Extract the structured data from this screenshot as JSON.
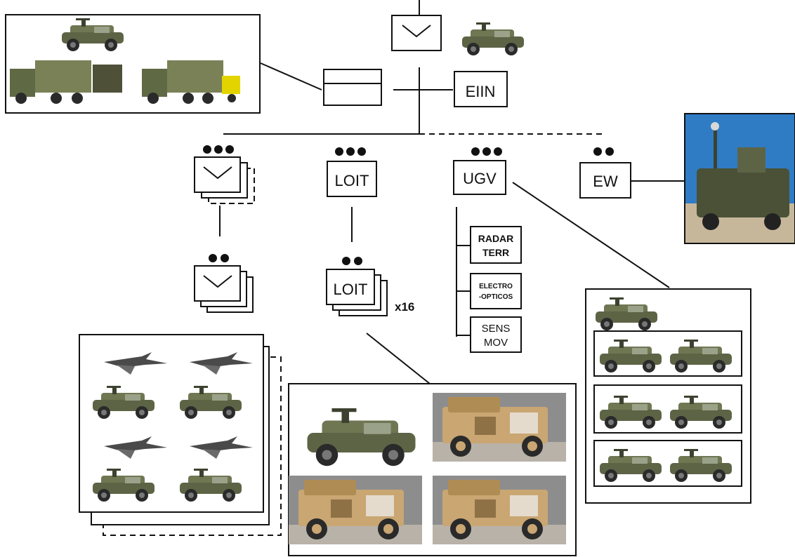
{
  "nodes": {
    "eiin": "EIIN",
    "loit": "LOIT",
    "loit_stack": "LOIT",
    "ugv": "UGV",
    "ew": "EW"
  },
  "multiplier": "x16",
  "sensors": {
    "radar": [
      "RADAR",
      "TERR"
    ],
    "electro": [
      "ELECTRO",
      "-OPTICOS"
    ],
    "sens": [
      "SENS",
      "MOV"
    ]
  },
  "colors": {
    "olive": "#6f7652",
    "desert": "#c9a672",
    "line": "#111111"
  }
}
